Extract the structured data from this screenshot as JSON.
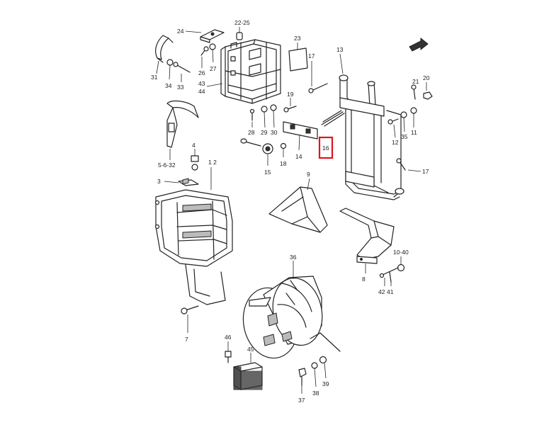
{
  "labels": {
    "l24": "24",
    "l2225": "22-25",
    "l23": "23",
    "l17a": "17",
    "l13": "13",
    "l31": "31",
    "l34": "34",
    "l33": "33",
    "l26": "26",
    "l27": "27",
    "l43": "43",
    "l44": "44",
    "l19": "19",
    "l20": "20",
    "l21": "21",
    "l28": "28",
    "l29": "29",
    "l30": "30",
    "l35": "35",
    "l11": "11",
    "l12": "12",
    "l14": "14",
    "l16": "16",
    "l15": "15",
    "l18": "18",
    "l17b": "17",
    "l5632": "5-6-32",
    "l4": "4",
    "l12b": "1 2",
    "l3": "3",
    "l9": "9",
    "l1040": "10-40",
    "l8": "8",
    "l42": "42",
    "l41": "41",
    "l36": "36",
    "l7": "7",
    "l46": "46",
    "l45": "45",
    "l39": "39",
    "l38": "38",
    "l37": "37"
  },
  "highlight": "#e0141e"
}
